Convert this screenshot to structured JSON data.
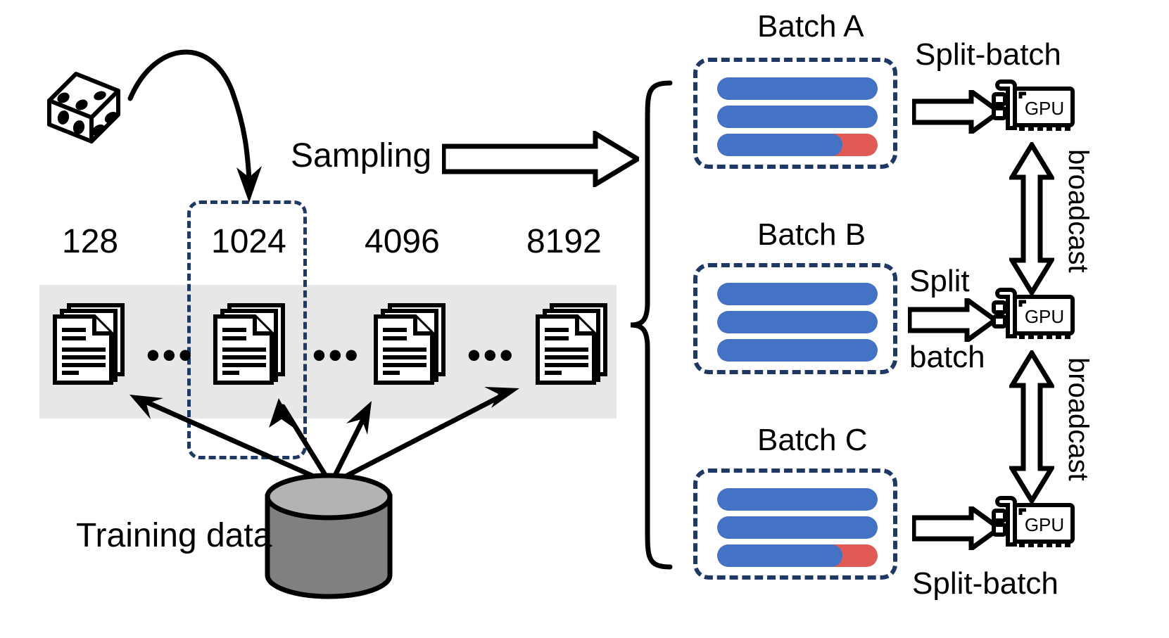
{
  "diagram": {
    "title": "Split-batch sampling and GPU broadcast pipeline",
    "colors": {
      "bar_blue": "#4472c4",
      "bar_red": "#e05a56",
      "dash_navy": "#1f3864",
      "band_gray": "#e7e7e7",
      "cylinder_body": "#808080",
      "cylinder_top": "#b3b3b3",
      "stroke_black": "#000000"
    }
  },
  "left": {
    "dice_icon": "dice-icon",
    "sampling_label": "Sampling",
    "training_data_label": "Training data",
    "length_labels": [
      "128",
      "1024",
      "4096",
      "8192"
    ],
    "ellipsis": "•••",
    "highlighted_length": "1024",
    "doc_icon": "document-stack-icon",
    "database_icon": "database-cylinder-icon"
  },
  "right": {
    "brace_icon": "curly-brace-icon",
    "batches": [
      {
        "label": "Batch A",
        "bars": [
          {
            "blue_pct": 100,
            "red_pct": 0
          },
          {
            "blue_pct": 100,
            "red_pct": 0
          },
          {
            "blue_pct": 78,
            "red_pct": 22
          }
        ],
        "arrow_label_above": "Split-batch",
        "arrow_label_below": "",
        "gpu_label": "GPU"
      },
      {
        "label": "Batch B",
        "bars": [
          {
            "blue_pct": 100,
            "red_pct": 0
          },
          {
            "blue_pct": 100,
            "red_pct": 0
          },
          {
            "blue_pct": 100,
            "red_pct": 0
          }
        ],
        "arrow_label_above": "Split",
        "arrow_label_below": "batch",
        "gpu_label": "GPU"
      },
      {
        "label": "Batch C",
        "bars": [
          {
            "blue_pct": 100,
            "red_pct": 0
          },
          {
            "blue_pct": 100,
            "red_pct": 0
          },
          {
            "blue_pct": 78,
            "red_pct": 22
          }
        ],
        "arrow_label_above": "",
        "arrow_label_below": "Split-batch",
        "gpu_label": "GPU"
      }
    ],
    "broadcast_labels": [
      "broadcast",
      "broadcast"
    ],
    "broadcast_icon": "double-headed-arrow-icon",
    "gpu_icon": "gpu-card-icon"
  }
}
